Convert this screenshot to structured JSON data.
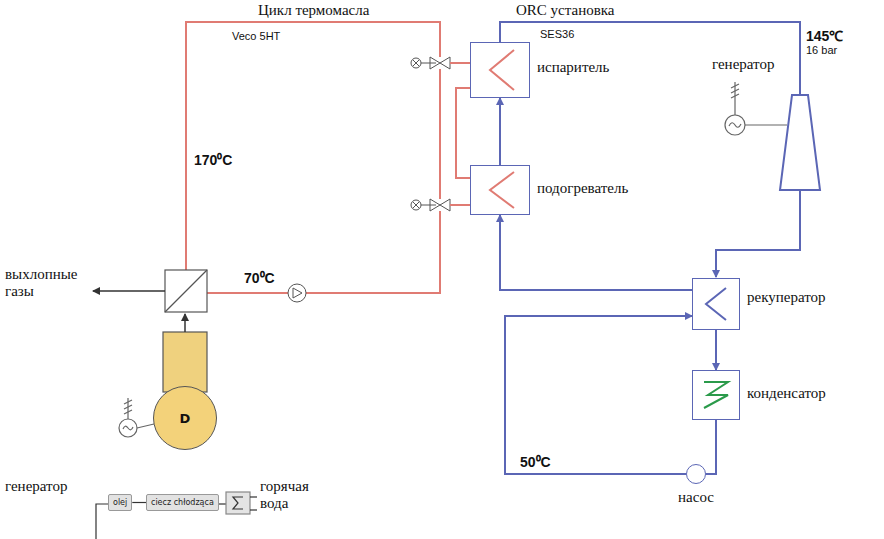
{
  "diagram": {
    "nodes": [
      {
        "text": [
          "испаритель"
        ]
      },
      {
        "text": [
          "подогреватель"
        ]
      },
      {
        "text": [
          "рекуператор"
        ]
      },
      {
        "text": [
          "конденсатор"
        ]
      },
      {
        "text": [
          "насос"
        ]
      },
      {
        "text": [
          "D"
        ]
      },
      {
        "text": [
          "olej"
        ]
      },
      {
        "text": [
          "ciecz chłodząca"
        ]
      }
    ],
    "edges": [
      {
        "from": 4,
        "to": 2,
        "arrow": "to"
      },
      {
        "from": 2,
        "to": 1,
        "arrow": "to"
      },
      {
        "from": 1,
        "to": 0,
        "arrow": "to"
      },
      {
        "from": 2,
        "to": 3,
        "arrow": "to"
      },
      {
        "from": 3,
        "to": 4,
        "arrow": "none"
      },
      {
        "from": 6,
        "to": 7,
        "arrow": "none"
      }
    ],
    "labels": [
      "Цикл термомасла",
      "ORC установка",
      "Veco 5HT",
      "SES36",
      "145℃",
      "16 bar",
      "170⁰C",
      "70⁰C",
      "50⁰C",
      "генератор",
      "выхлопные газы",
      "генератор",
      "горячая вода"
    ]
  }
}
